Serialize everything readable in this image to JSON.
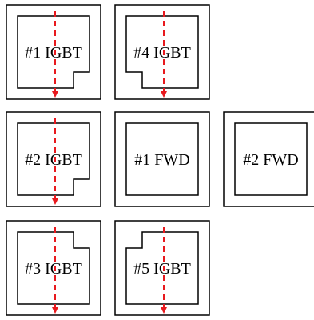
{
  "chips": [
    {
      "label": "#1 IGBT",
      "shape": "notch-bottom-right",
      "arrow": true
    },
    {
      "label": "#4 IGBT",
      "shape": "notch-bottom-left",
      "arrow": true
    },
    {
      "label": "#2 IGBT",
      "shape": "notch-bottom-right",
      "arrow": true
    },
    {
      "label": "#1 FWD",
      "shape": "square",
      "arrow": false
    },
    {
      "label": "#2 FWD",
      "shape": "square",
      "arrow": false
    },
    {
      "label": "#3 IGBT",
      "shape": "notch-top-right",
      "arrow": true
    },
    {
      "label": "#5 IGBT",
      "shape": "notch-top-left",
      "arrow": true
    }
  ],
  "colors": {
    "outline": "#000000",
    "arrow": "#e8191e"
  }
}
